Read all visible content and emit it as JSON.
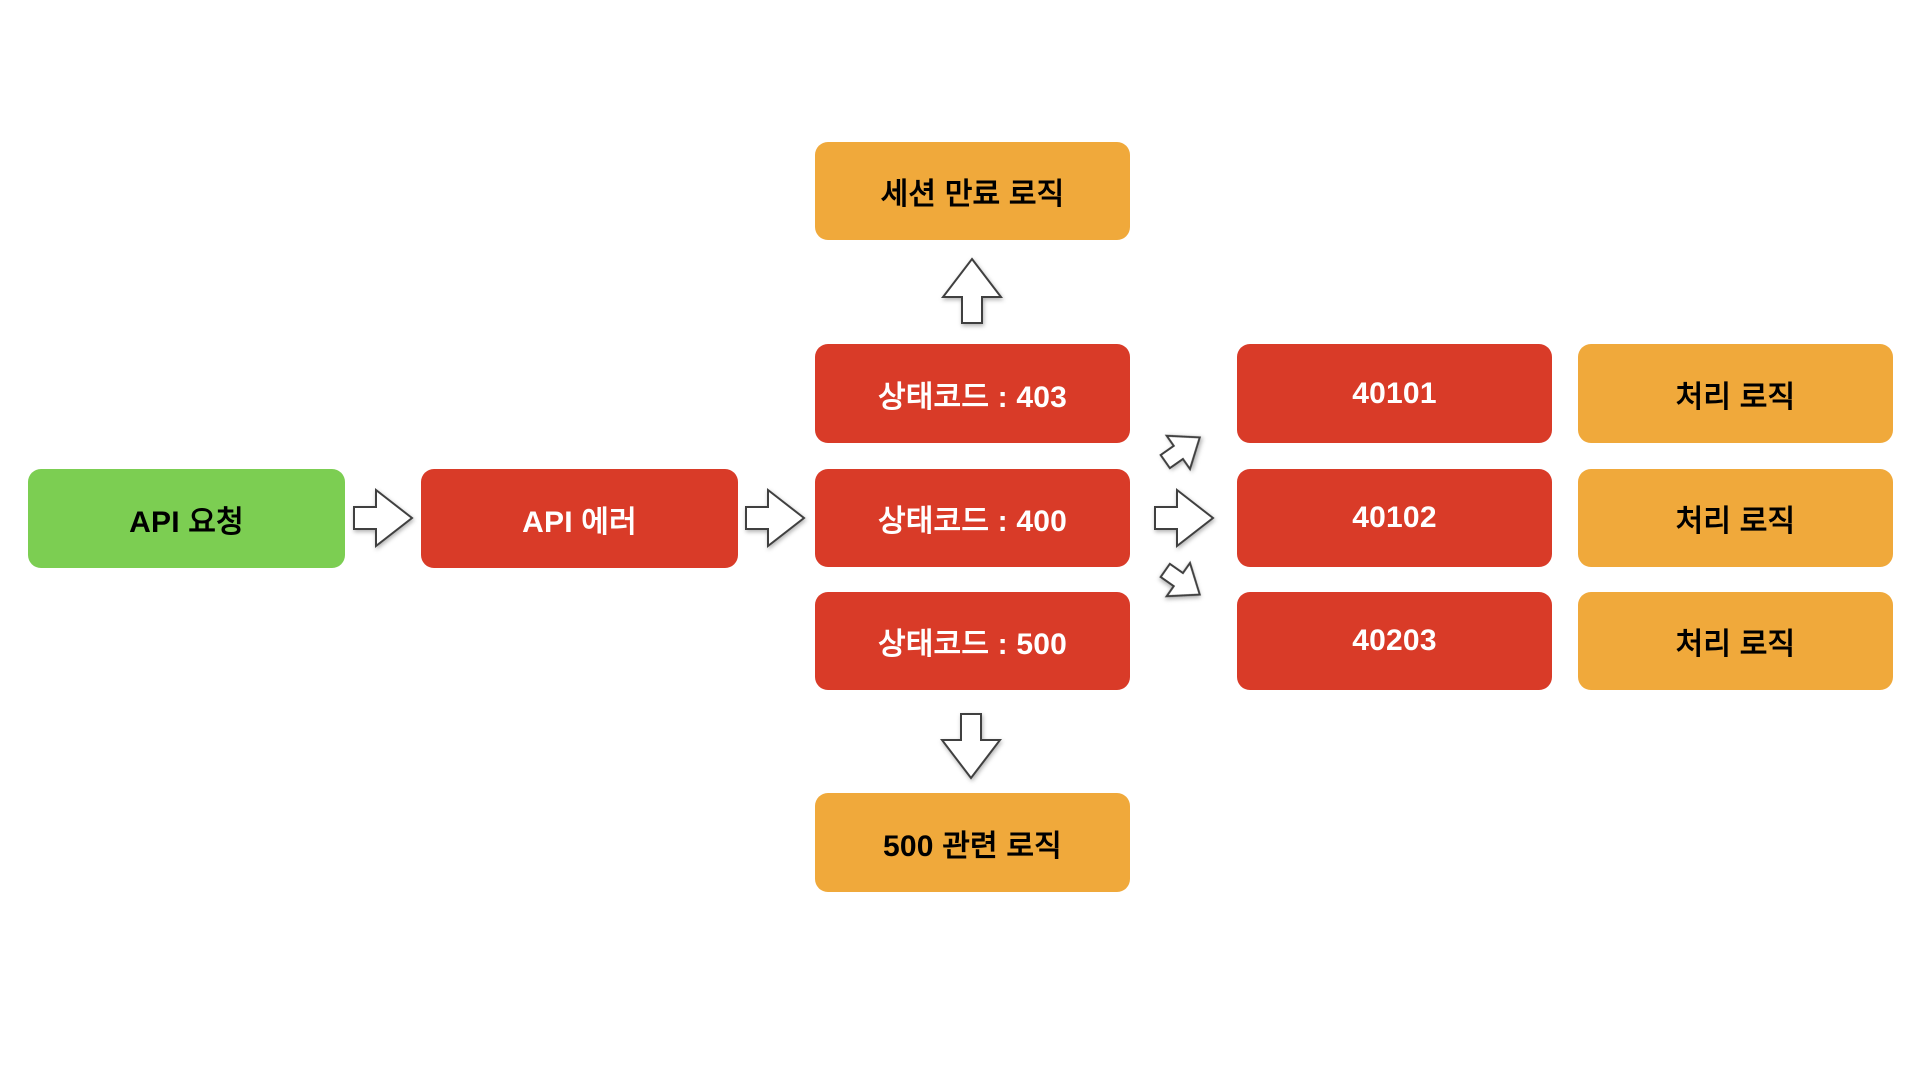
{
  "colors": {
    "canvas": "#FFFFFF",
    "green": "#7CCE52",
    "red": "#D93B28",
    "orange": "#F0A93B",
    "arrow_fill": "#FFFFFF",
    "arrow_outline": "#404040",
    "text_on_green": "#000000",
    "text_on_red": "#FFFFFF",
    "text_on_orange": "#000000"
  },
  "diagram": {
    "nodes": [
      {
        "id": "api-request",
        "label": "API 요청",
        "color": "green"
      },
      {
        "id": "api-error",
        "label": "API 에러",
        "color": "red"
      },
      {
        "id": "session-expiry-logic",
        "label": "세션 만료 로직",
        "color": "orange"
      },
      {
        "id": "status-403",
        "label": "상태코드 : 403",
        "color": "red"
      },
      {
        "id": "status-400",
        "label": "상태코드 : 400",
        "color": "red"
      },
      {
        "id": "status-500",
        "label": "상태코드 : 500",
        "color": "red"
      },
      {
        "id": "logic-500",
        "label": "500 관련 로직",
        "color": "orange"
      },
      {
        "id": "code-40101",
        "label": "40101",
        "color": "red"
      },
      {
        "id": "code-40102",
        "label": "40102",
        "color": "red"
      },
      {
        "id": "code-40203",
        "label": "40203",
        "color": "red"
      },
      {
        "id": "handle-40101",
        "label": "처리 로직",
        "color": "orange"
      },
      {
        "id": "handle-40102",
        "label": "처리 로직",
        "color": "orange"
      },
      {
        "id": "handle-40203",
        "label": "처리 로직",
        "color": "orange"
      }
    ],
    "connectors": [
      {
        "from": "api-request",
        "to": "api-error",
        "direction": "right"
      },
      {
        "from": "api-error",
        "to": "status-400",
        "direction": "right"
      },
      {
        "from": "status-403",
        "to": "session-expiry-logic",
        "direction": "up"
      },
      {
        "from": "status-500",
        "to": "logic-500",
        "direction": "down"
      },
      {
        "from": "status-400",
        "to": "code-40101",
        "direction": "up-right"
      },
      {
        "from": "status-400",
        "to": "code-40102",
        "direction": "right"
      },
      {
        "from": "status-400",
        "to": "code-40203",
        "direction": "down-right"
      }
    ]
  }
}
